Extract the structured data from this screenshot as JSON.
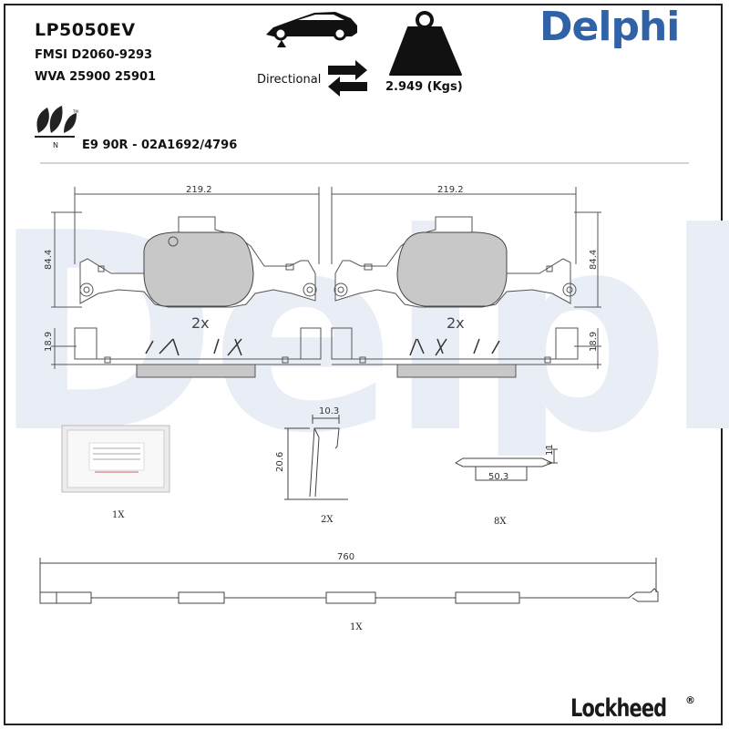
{
  "header": {
    "part_number": "LP5050EV",
    "fmsi": "FMSI D2060-9293",
    "wva": "WVA 25900 25901",
    "directional_label": "Directional",
    "weight": "2.949 (Kgs)",
    "ece_approval": "E9 90R - 02A1692/4796",
    "brand": "Delphi",
    "eco_mark_letter": "N",
    "eco_mark_tm": "TM"
  },
  "footer": {
    "brand": "Lockheed",
    "registered_mark": "®"
  },
  "colors": {
    "brand_blue": "#2f62a6",
    "watermark": "#e9eef6",
    "pad_fill": "#c8c8c8",
    "line": "#555555"
  },
  "drawing": {
    "pad_left": {
      "width_dim": "219.2",
      "height_dim": "84.4",
      "thickness_dim": "18.9",
      "count": "2x"
    },
    "pad_right": {
      "width_dim": "219.2",
      "height_dim": "84.4",
      "thickness_dim": "18.9",
      "count": "2x"
    },
    "grease_packet": {
      "qty": "1X"
    },
    "spring": {
      "width_dim": "10.3",
      "height_dim": "20.6",
      "qty": "2X"
    },
    "clip": {
      "width_dim": "50.3",
      "height_dim": "11",
      "qty": "8X"
    },
    "sensor": {
      "length_dim": "760",
      "qty": "1X"
    }
  }
}
